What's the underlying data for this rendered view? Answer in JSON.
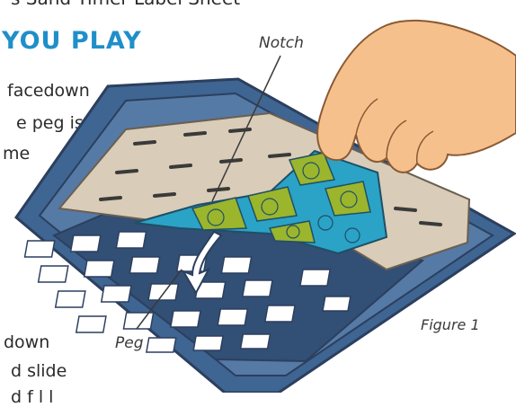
{
  "header_strip": {
    "text": "s    Sand Timer    Label Sheet"
  },
  "section": {
    "heading": "YOU PLAY"
  },
  "instructions": {
    "lines": [
      "facedown",
      "e peg is",
      "me"
    ],
    "lower_lines": [
      "down",
      "d slide",
      "   d f     l    l"
    ]
  },
  "callouts": {
    "notch": "Notch",
    "peg": "Peg"
  },
  "figure": {
    "caption": "Figure 1"
  },
  "colors": {
    "heading": "#1f8fc9",
    "tray": "#4a6f9c",
    "sheet": "#d9ccb8",
    "label_green": "#9bb52d",
    "label_blue": "#2aa3c7",
    "skin": "#f6c08c"
  },
  "icons": [
    "tray-illustration",
    "hand-illustration",
    "down-arrow-icon"
  ]
}
